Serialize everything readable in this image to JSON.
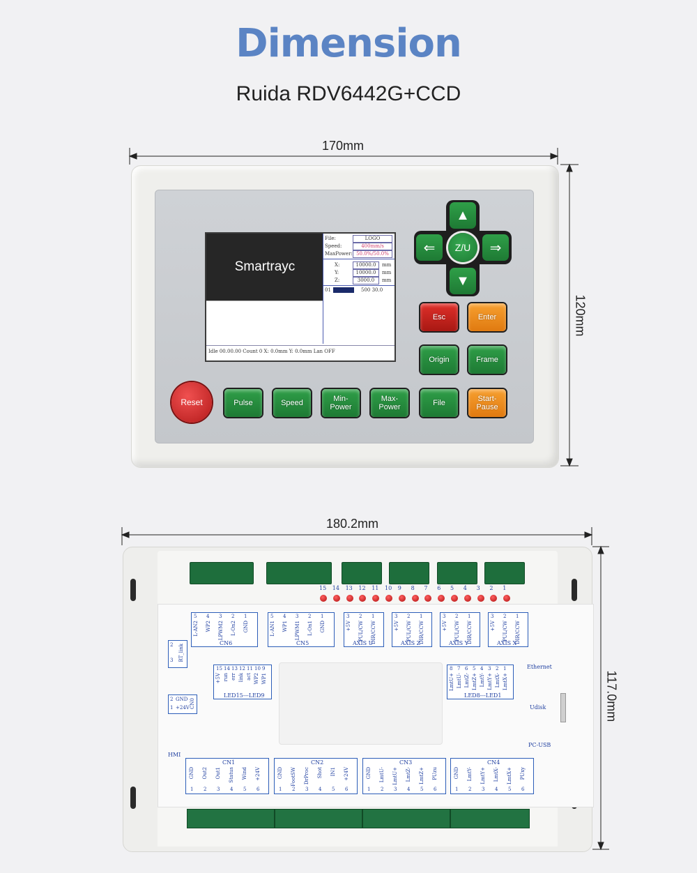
{
  "header": {
    "title": "Dimension",
    "subtitle": "Ruida RDV6442G+CCD"
  },
  "dimensions": {
    "front_width": "170mm",
    "front_height": "120mm",
    "board_width": "180.2mm",
    "board_height": "117.0mm"
  },
  "lcd": {
    "splash": "Smartrayc",
    "file_label": "File:",
    "file_value": "LOGO",
    "speed_label": "Speed:",
    "speed_value": "400mm/s",
    "maxpower_label": "MaxPower:",
    "maxpower_value": "50.0%/50.0%",
    "x_label": "X:",
    "x_value": "10000.0",
    "y_label": "Y:",
    "y_value": "10000.0",
    "z_label": "Z:",
    "z_value": "3000.0",
    "unit": "mm",
    "layer_num": "01",
    "layer_vals": "500 30.0",
    "status": "Idle 00.00.00 Count   0 X:   0.0mm Y:   0.0mm  Lan OFF"
  },
  "buttons": {
    "esc": "Esc",
    "enter": "Enter",
    "origin": "Origin",
    "frame": "Frame",
    "reset": "Reset",
    "pulse": "Pulse",
    "speed": "Speed",
    "min_power_1": "Min-",
    "min_power_2": "Power",
    "max_power_1": "Max-",
    "max_power_2": "Power",
    "file": "File",
    "start_1": "Start-",
    "start_2": "Pause",
    "zu": "Z/U"
  },
  "board": {
    "led_numbers": [
      "15",
      "14",
      "13",
      "12",
      "11",
      "10",
      "9",
      "8",
      "7",
      "6",
      "5",
      "4",
      "3",
      "2",
      "1"
    ],
    "cn6": {
      "nums": [
        "5",
        "4",
        "3",
        "2",
        "1"
      ],
      "pins": [
        "L-AN2",
        "WP2",
        "LPWM2",
        "L-On2",
        "GND"
      ],
      "name": "CN6"
    },
    "cn5": {
      "nums": [
        "5",
        "4",
        "3",
        "2",
        "1"
      ],
      "pins": [
        "L-AN1",
        "WP1",
        "LPWM1",
        "L-On1",
        "GND"
      ],
      "name": "CN5"
    },
    "axis_u": {
      "nums": [
        "3",
        "2",
        "1"
      ],
      "pins": [
        "+5V",
        "PUL/CW",
        "DIR/CCW"
      ],
      "name": "AXIS U"
    },
    "axis_z": {
      "nums": [
        "3",
        "2",
        "1"
      ],
      "pins": [
        "+5V",
        "PUL/CW",
        "DIR/CCW"
      ],
      "name": "AXIS Z"
    },
    "axis_y": {
      "nums": [
        "3",
        "2",
        "1"
      ],
      "pins": [
        "+5V",
        "PUL/CW",
        "DIR/CCW"
      ],
      "name": "AXIS Y"
    },
    "axis_x": {
      "nums": [
        "3",
        "2",
        "1"
      ],
      "pins": [
        "+5V",
        "PUL/CW",
        "DIR/CCW"
      ],
      "name": "AXIS X"
    },
    "rtlink": {
      "nums": [
        "3",
        "2"
      ],
      "name": "RT_link"
    },
    "led15_9": {
      "nums": [
        "15",
        "14",
        "13",
        "12",
        "11",
        "10",
        "9"
      ],
      "pins": [
        "+5V",
        "run",
        "err",
        "link",
        "act",
        "WP2",
        "WP1"
      ],
      "name": "LED15---LED9"
    },
    "led8_1": {
      "nums": [
        "8",
        "7",
        "6",
        "5",
        "4",
        "3",
        "2",
        "1"
      ],
      "pins": [
        "LmtU+",
        "LmtU-",
        "LmtZ-",
        "LmtZ+",
        "LmtY-",
        "LmtY+",
        "LmtX-",
        "LmtX+"
      ],
      "name": "LED8---LED1"
    },
    "cn0": {
      "nums": [
        "2",
        "1"
      ],
      "pins": [
        "GND",
        "+24V"
      ],
      "name": "CN0"
    },
    "ethernet": "Ethernet",
    "udisk": "Udisk",
    "pcusb": "PC-USB",
    "hmi": "HMI",
    "cn1": {
      "name": "CN1",
      "pins": [
        "GND",
        "Out2",
        "Out1",
        "Status",
        "Wind",
        "+24V"
      ],
      "nums": [
        "1",
        "2",
        "3",
        "4",
        "5",
        "6"
      ]
    },
    "cn2": {
      "name": "CN2",
      "pins": [
        "GND",
        "FootSW",
        "DrProc",
        "Shot",
        "IN1",
        "+24V"
      ],
      "nums": [
        "1",
        "2",
        "3",
        "4",
        "5",
        "6"
      ]
    },
    "cn3": {
      "name": "CN3",
      "pins": [
        "GND",
        "LmtU-",
        "LmtU+",
        "LmtZ-",
        "LmtZ+",
        "PUzu"
      ],
      "nums": [
        "1",
        "2",
        "3",
        "4",
        "5",
        "6"
      ]
    },
    "cn4": {
      "name": "CN4",
      "pins": [
        "GND",
        "LmtY-",
        "LmtY+",
        "LmtX-",
        "LmtX+",
        "PUxy"
      ],
      "nums": [
        "1",
        "2",
        "3",
        "4",
        "5",
        "6"
      ]
    }
  }
}
